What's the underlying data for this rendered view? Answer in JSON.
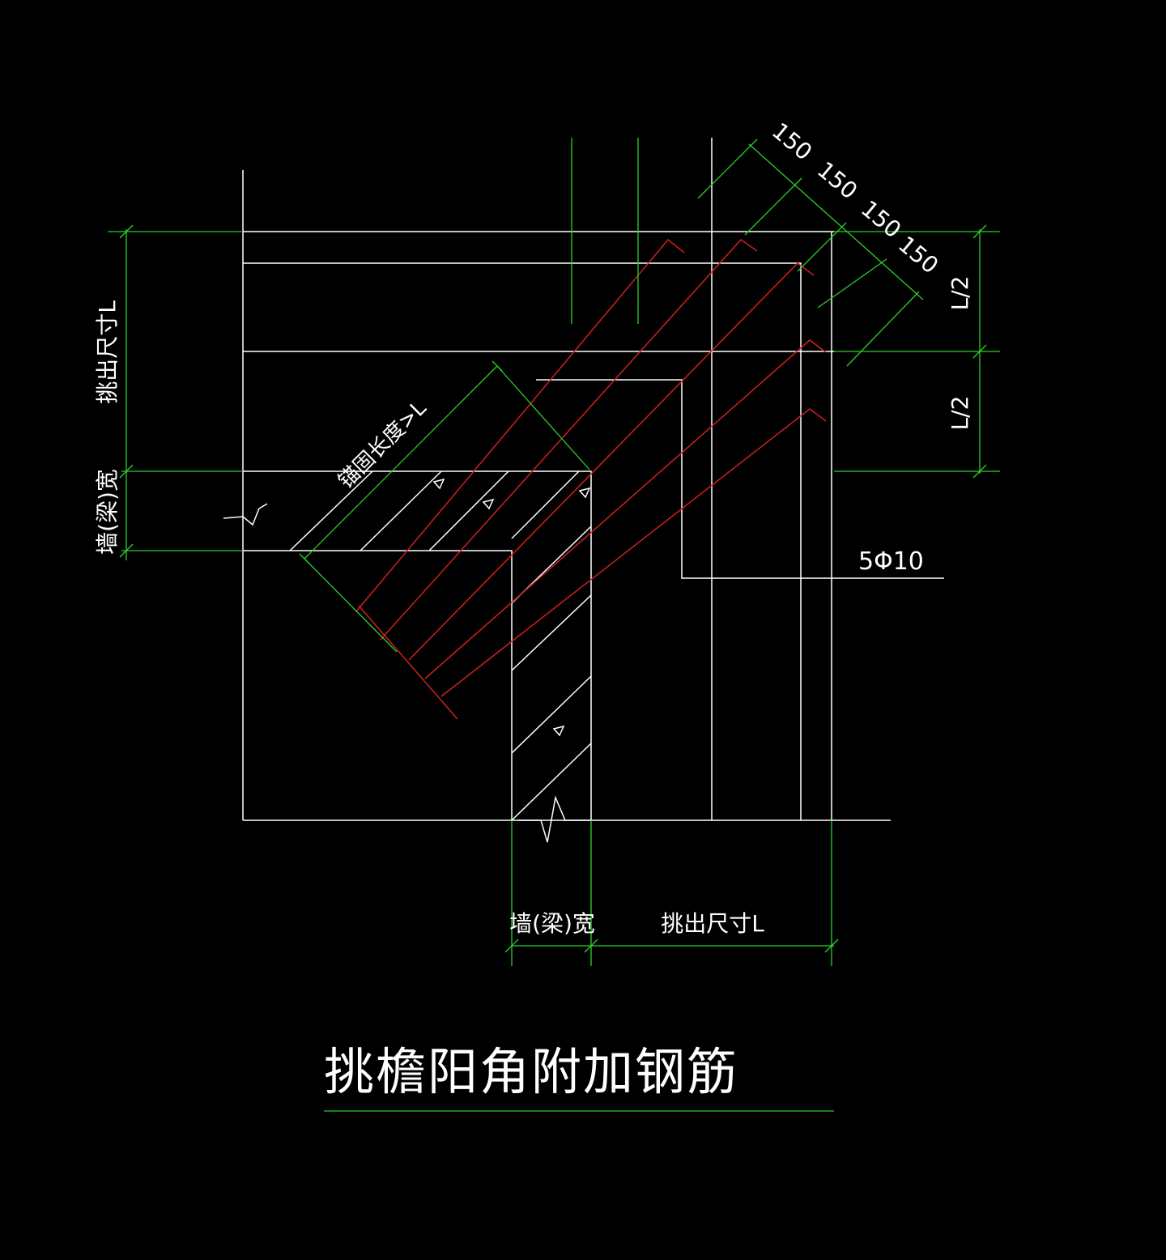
{
  "title": "挑檐阳角附加钢筋",
  "labels": {
    "left_projection": "挑出尺寸L",
    "left_wall": "墙(梁)宽",
    "bottom_wall": "墙(梁)宽",
    "bottom_projection": "挑出尺寸L",
    "anchor_length": "锚固长度>L",
    "half_top": "L/2",
    "half_bottom": "L/2",
    "rebar": "5Φ10"
  },
  "spacing_labels": [
    "150",
    "150",
    "150",
    "150"
  ],
  "colors": {
    "background": "#000000",
    "outline": "#ffffff",
    "dimension": "#2bd02b",
    "rebar": "#d02020"
  }
}
